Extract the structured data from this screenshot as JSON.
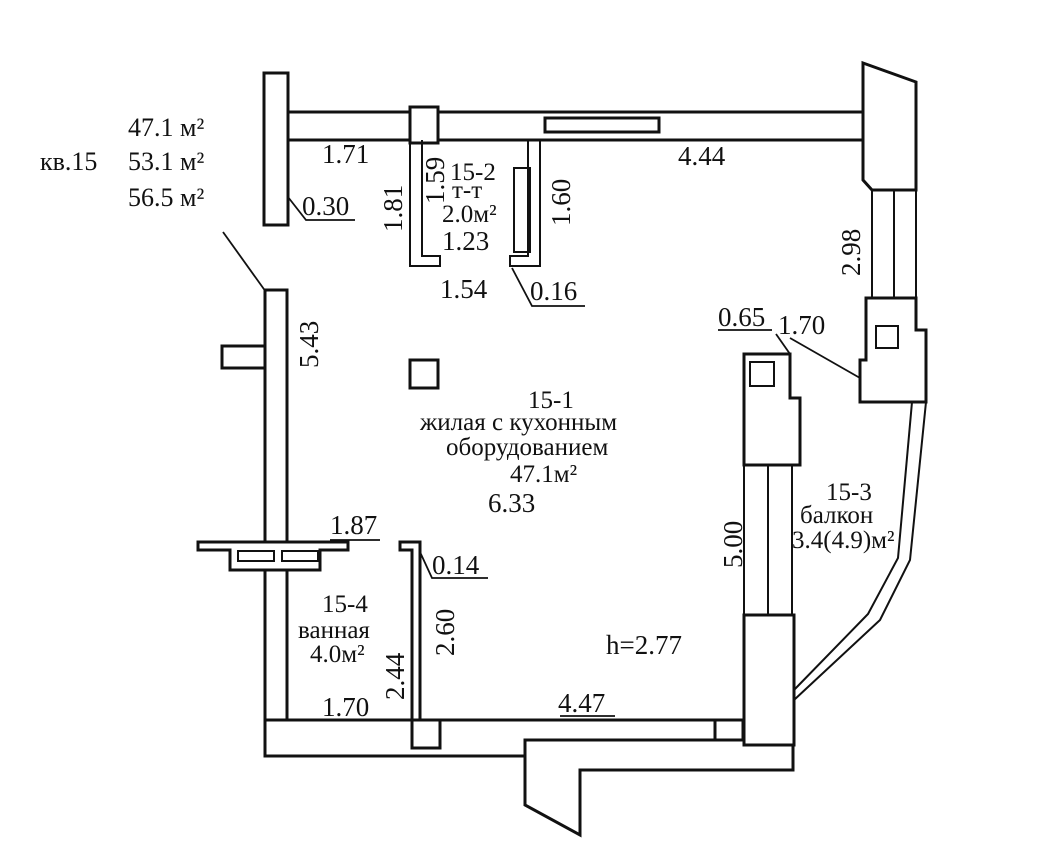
{
  "areas": {
    "living": "47.1 м²",
    "apartment_label": "кв.15",
    "total": "53.1 м²",
    "with_balcony": "56.5 м²"
  },
  "rooms": {
    "wc": {
      "number": "15-2",
      "name": "т-т",
      "area": "2.0м²"
    },
    "main": {
      "number": "15-1",
      "name_line1": "жилая с кухонным",
      "name_line2": "оборудованием",
      "area": "47.1м²"
    },
    "balcony": {
      "number": "15-3",
      "name": "балкон",
      "area": "3.4(4.9)м²"
    },
    "bath": {
      "number": "15-4",
      "name": "ванная",
      "area": "4.0м²"
    }
  },
  "dimensions": {
    "top_left": "1.71",
    "top_right": "4.44",
    "wall_0_30": "0.30",
    "wc_1_81": "1.81",
    "wc_1_59": "1.59",
    "wc_1_60": "1.60",
    "wc_1_23": "1.23",
    "wc_1_54": "1.54",
    "wc_0_16": "0.16",
    "left_5_43": "5.43",
    "right_2_98": "2.98",
    "d_0_65": "0.65",
    "d_1_70_top": "1.70",
    "main_6_33": "6.33",
    "bath_1_87": "1.87",
    "bath_0_14": "0.14",
    "right_5_00": "5.00",
    "bath_2_60": "2.60",
    "bath_2_44": "2.44",
    "bottom_1_70": "1.70",
    "bottom_4_47": "4.47",
    "ceiling_height": "h=2.77"
  }
}
